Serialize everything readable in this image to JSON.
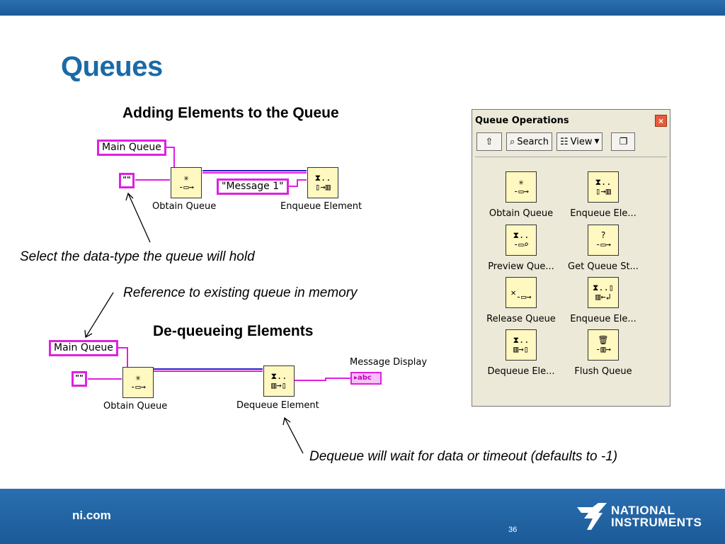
{
  "slide": {
    "title": "Queues",
    "section_add": "Adding Elements to the Queue",
    "section_dequeue": "De-queueing Elements",
    "note_datatype": "Select the data-type the queue will hold",
    "note_reference": "Reference to existing queue in memory",
    "note_dequeue": "Dequeue  will wait for data or timeout (defaults to -1)"
  },
  "diagram_top": {
    "main_queue": "Main Queue",
    "const_glyph": "\"\"",
    "message": "\"Message 1\"",
    "obtain_label": "Obtain Queue",
    "enqueue_label": "Enqueue Element"
  },
  "diagram_bottom": {
    "main_queue": "Main Queue",
    "const_glyph": "\"\"",
    "obtain_label": "Obtain Queue",
    "dequeue_label": "Dequeue Element",
    "display_label": "Message Display",
    "display_glyph": "▸abc"
  },
  "palette": {
    "title": "Queue Operations",
    "close": "×",
    "search_label": "Search",
    "view_label": "View",
    "items": [
      {
        "label": "Obtain Queue",
        "icon": "obtain-queue-icon"
      },
      {
        "label": "Enqueue Ele...",
        "icon": "enqueue-element-icon"
      },
      {
        "label": "Preview Que...",
        "icon": "preview-queue-icon"
      },
      {
        "label": "Get Queue St...",
        "icon": "get-queue-status-icon"
      },
      {
        "label": "Release Queue",
        "icon": "release-queue-icon"
      },
      {
        "label": "Enqueue Ele...",
        "icon": "enqueue-element-at-opposite-end-icon"
      },
      {
        "label": "Dequeue Ele...",
        "icon": "dequeue-element-icon"
      },
      {
        "label": "Flush Queue",
        "icon": "flush-queue-icon"
      }
    ]
  },
  "footer": {
    "url": "ni.com",
    "page_number": "36",
    "logo_line1": "NATIONAL",
    "logo_line2": "INSTRUMENTS"
  }
}
